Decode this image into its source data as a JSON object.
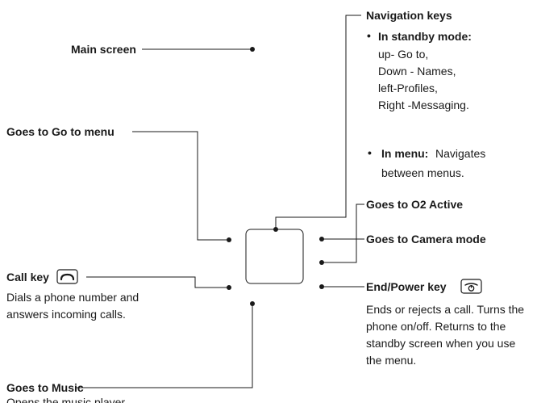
{
  "labels": {
    "main_screen": "Main screen",
    "go_to_menu": "Goes to Go to menu",
    "call_key": "Call key",
    "call_key_desc": [
      "Dials a phone number and",
      "answers incoming calls."
    ],
    "music": "Goes to Music",
    "music_desc": "Opens the music player",
    "nav_keys": "Navigation keys",
    "standby_title": "In standby mode:",
    "standby_items": [
      "up- Go to,",
      "Down - Names,",
      "left-Profiles,",
      "Right -Messaging."
    ],
    "menu_title": "In menu:",
    "menu_desc": [
      "Navigates",
      "between menus."
    ],
    "o2_active": "Goes to O2 Active",
    "camera": "Goes to Camera mode",
    "end_power": "End/Power key",
    "end_power_desc": [
      "Ends or rejects a call. Turns the",
      "phone on/off. Returns to the",
      "standby screen when you use",
      "the menu."
    ]
  },
  "bullet_symbol": "•",
  "icons": [
    "call-key-icon",
    "end-power-key-icon"
  ],
  "colors": {
    "text": "#1a1a1a",
    "line": "#1a1a1a"
  }
}
